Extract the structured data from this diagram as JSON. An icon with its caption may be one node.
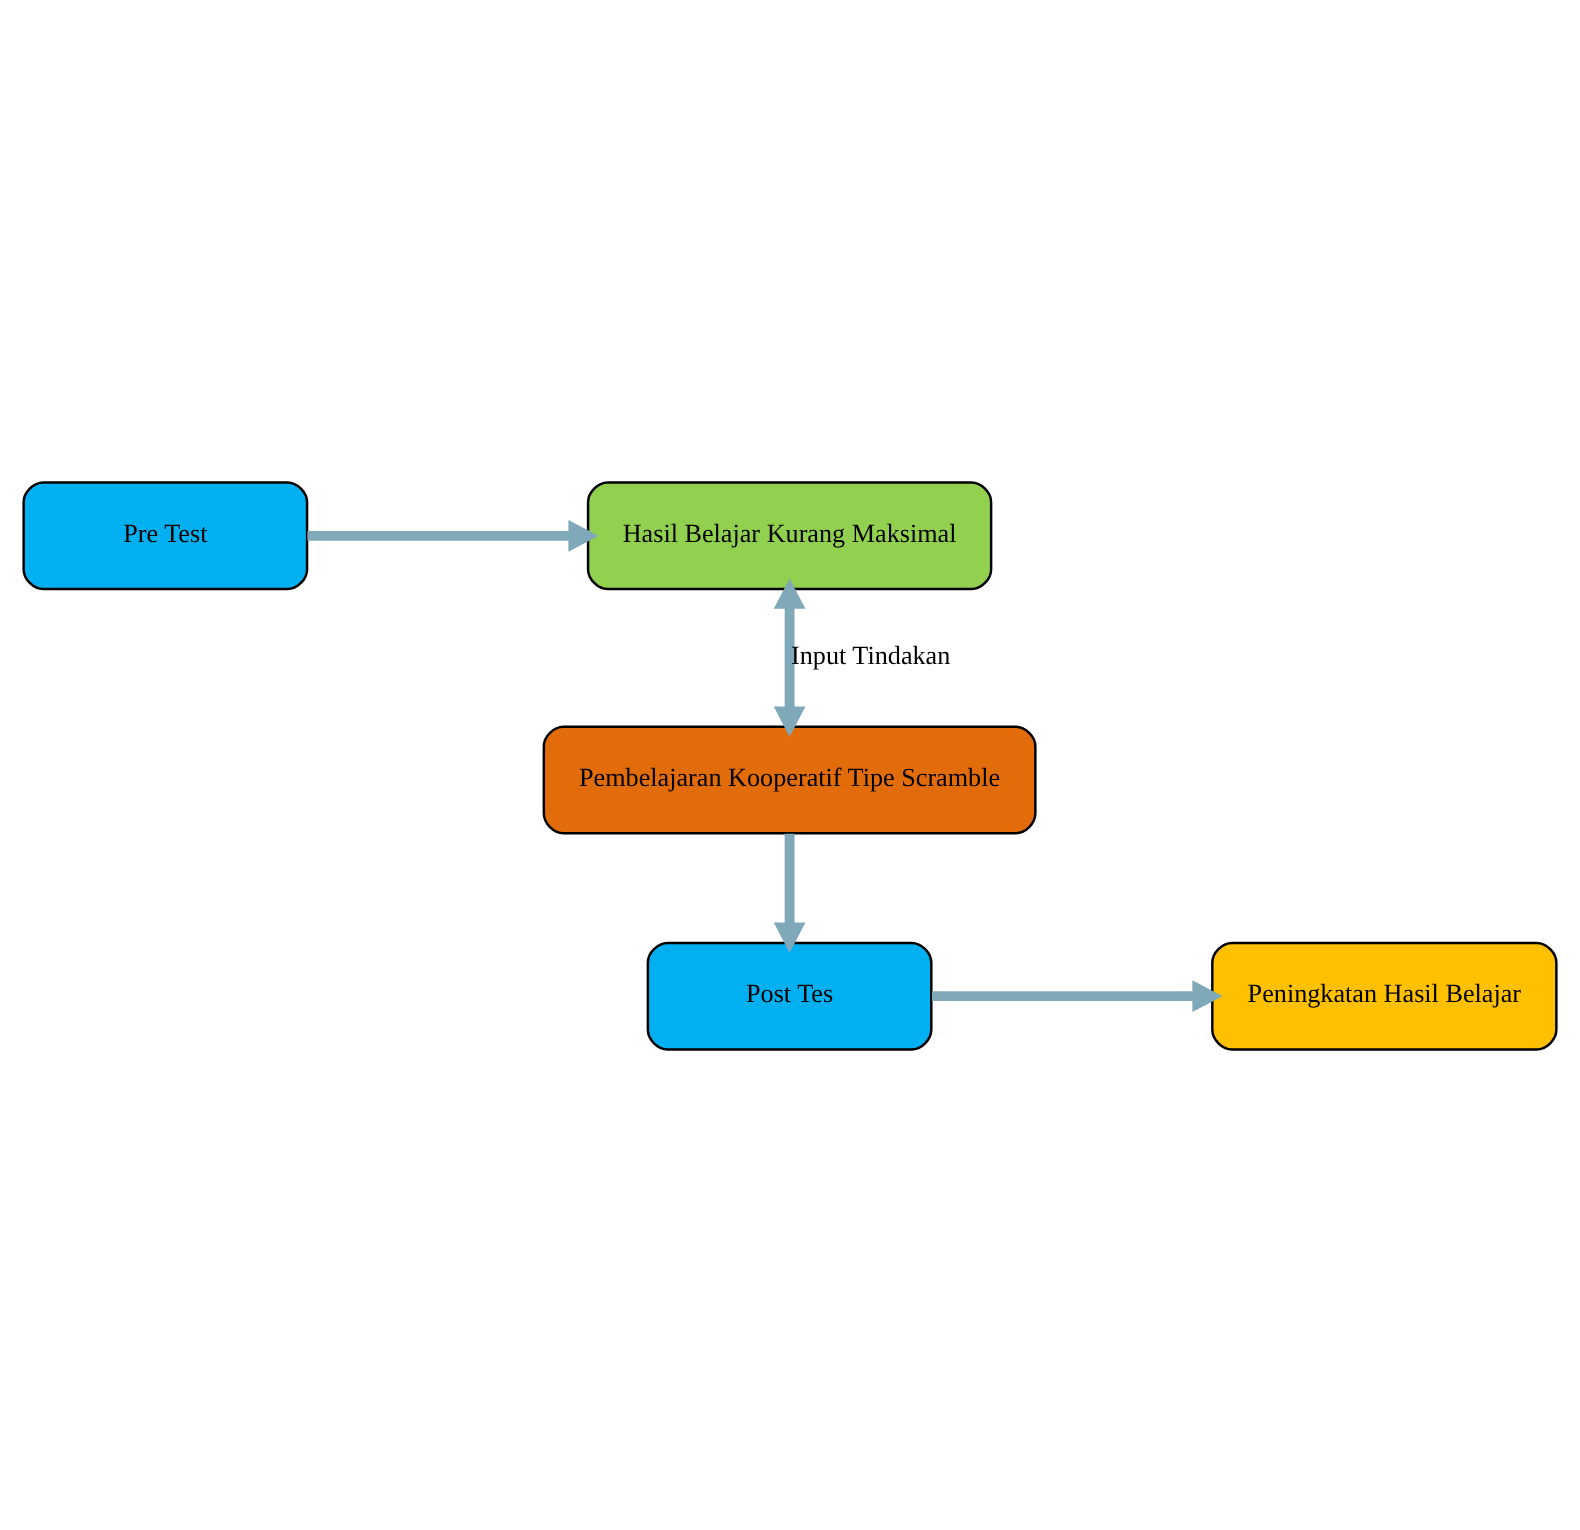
{
  "diagram": {
    "nodes": [
      {
        "text": [
          "Pre Test"
        ]
      },
      {
        "text": [
          "Hasil Belajar Kurang Maksimal"
        ]
      },
      {
        "text": [
          "Pembelajaran Kooperatif Tipe Scramble"
        ]
      },
      {
        "text": [
          "Post Tes"
        ]
      },
      {
        "text": [
          "Peningkatan Hasil Belajar"
        ]
      }
    ],
    "edges": [
      {
        "from": 0,
        "to": 1,
        "arrow": "to"
      },
      {
        "from": 1,
        "to": 2,
        "arrow": "both",
        "label": "Input Tindakan"
      },
      {
        "from": 2,
        "to": 3,
        "arrow": "to"
      },
      {
        "from": 3,
        "to": 4,
        "arrow": "to"
      }
    ]
  }
}
